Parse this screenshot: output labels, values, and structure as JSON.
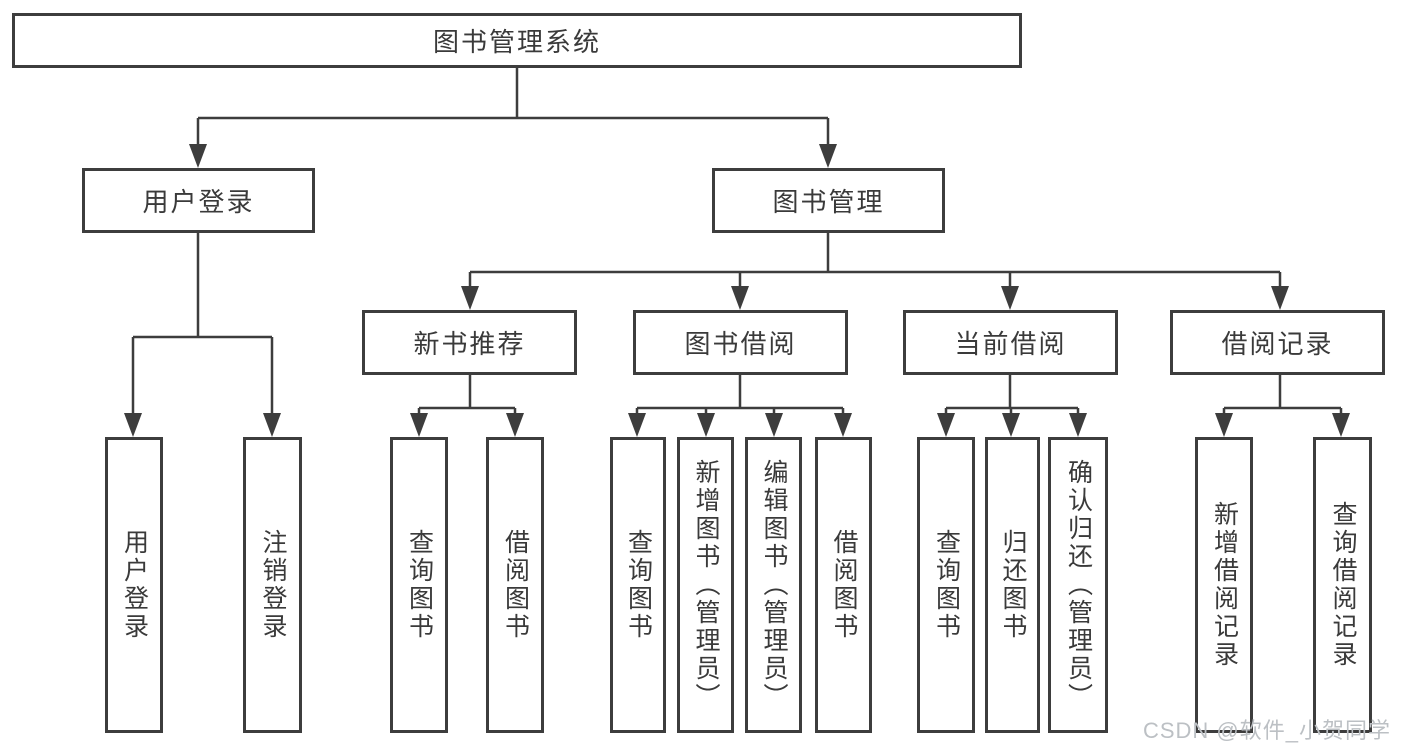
{
  "colors": {
    "line": "#3d3d3d",
    "border": "#3d3d3d",
    "text": "#3a3a3a",
    "watermark": "#bcc0c4",
    "background": "#ffffff"
  },
  "diagram": {
    "root": "图书管理系统",
    "level2": {
      "user_login": "用户登录",
      "book_management": "图书管理"
    },
    "level3": {
      "new_books": "新书推荐",
      "book_borrowing": "图书借阅",
      "current_borrowing": "当前借阅",
      "borrowing_records": "借阅记录"
    },
    "leaves": {
      "user_login": [
        "用户登录",
        "注销登录"
      ],
      "new_books": [
        "查询图书",
        "借阅图书"
      ],
      "book_borrowing": [
        "查询图书",
        "新增图书（管理员）",
        "编辑图书（管理员）",
        "借阅图书"
      ],
      "current_borrowing": [
        "查询图书",
        "归还图书",
        "确认归还（管理员）"
      ],
      "borrowing_records": [
        "新增借阅记录",
        "查询借阅记录"
      ]
    }
  },
  "watermark": "CSDN @软件_小贺同学"
}
